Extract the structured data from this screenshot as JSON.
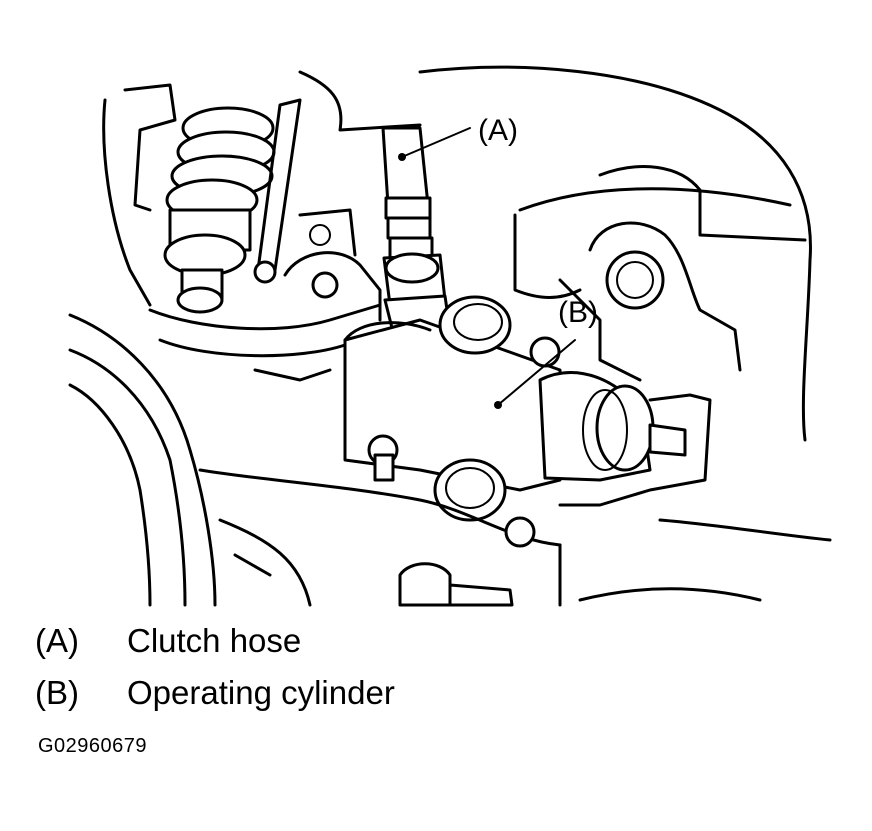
{
  "callouts": {
    "a": "(A)",
    "b": "(B)"
  },
  "legend": [
    {
      "key": "(A)",
      "label": "Clutch hose"
    },
    {
      "key": "(B)",
      "label": "Operating cylinder"
    }
  ],
  "figure_code": "G02960679"
}
